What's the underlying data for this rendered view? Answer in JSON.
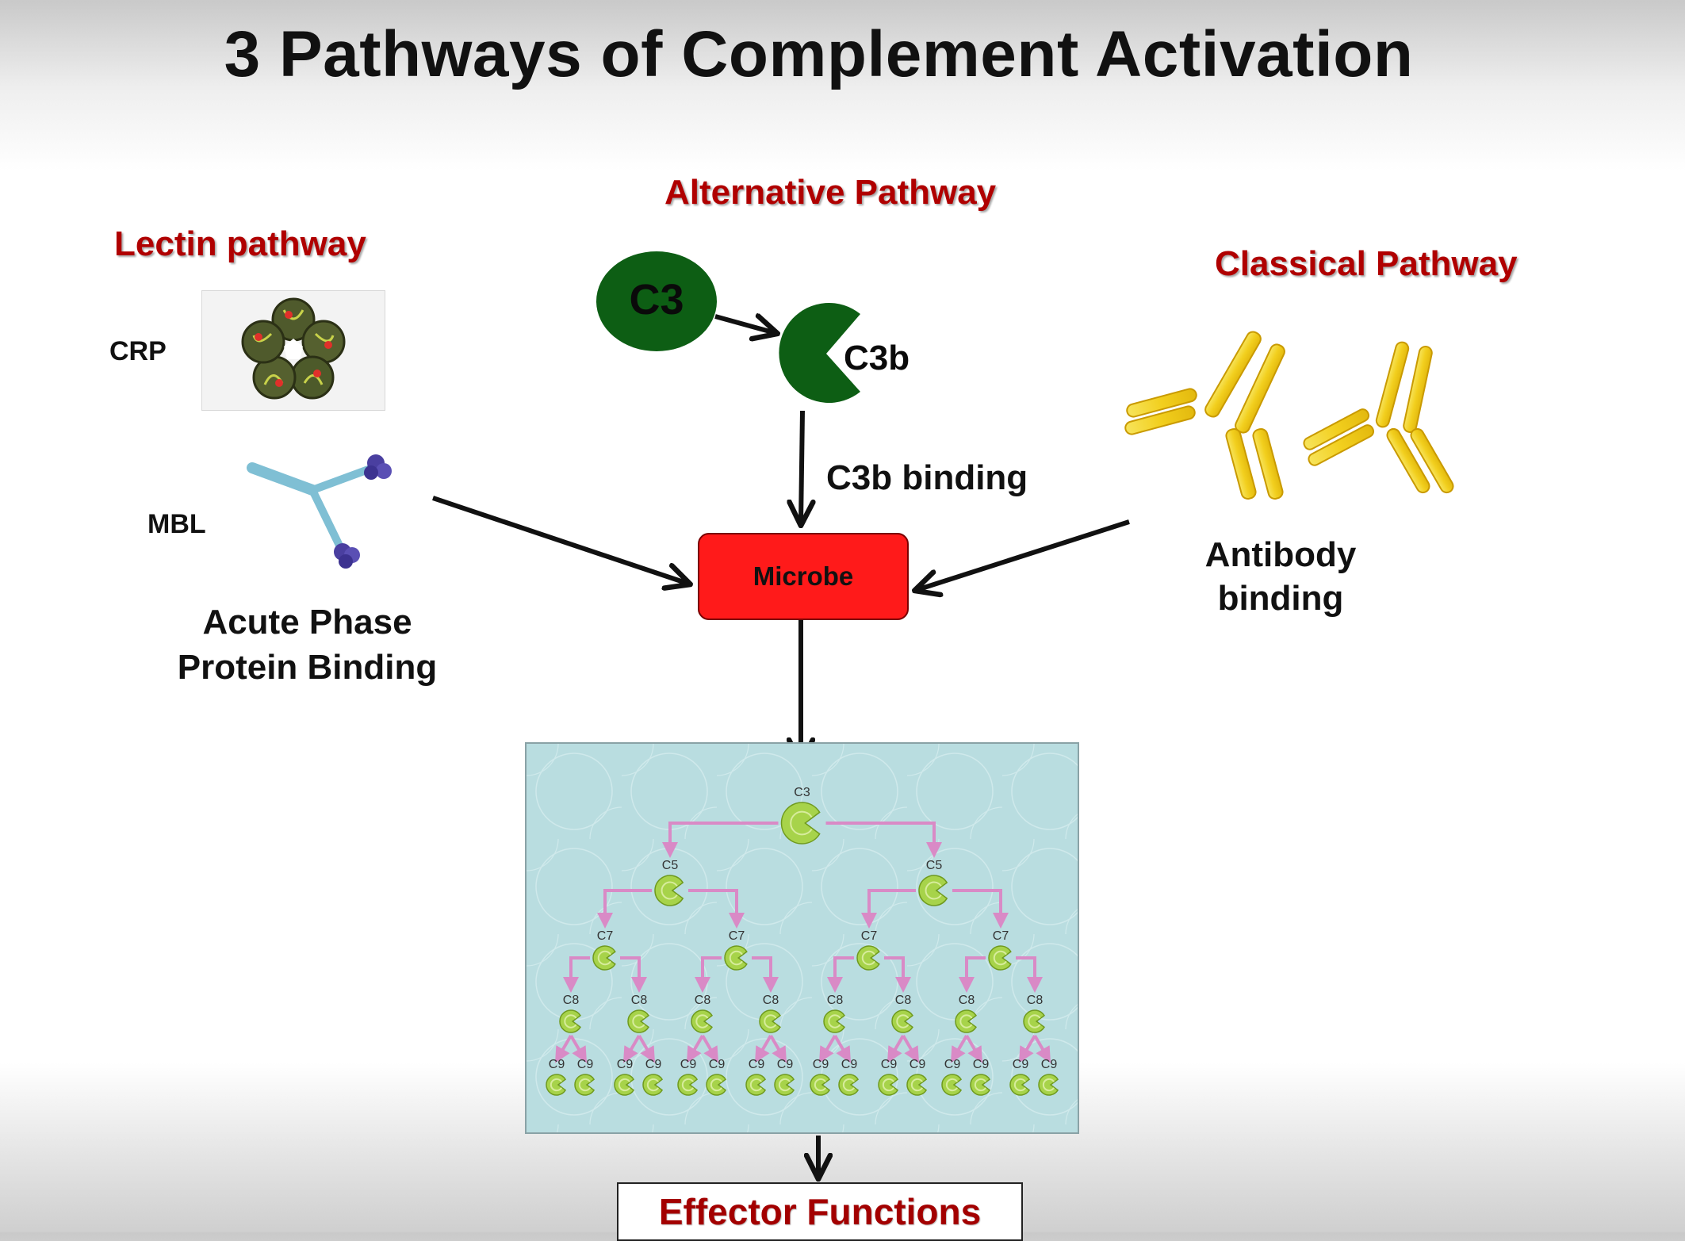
{
  "title": "3 Pathways of Complement Activation",
  "pathways": {
    "alternative": {
      "label": "Alternative Pathway",
      "c3": "C3",
      "c3b": "C3b",
      "binding": "C3b binding"
    },
    "lectin": {
      "label": "Lectin pathway",
      "crp": "CRP",
      "mbl": "MBL",
      "binding_line1": "Acute Phase",
      "binding_line2": "Protein Binding"
    },
    "classical": {
      "label": "Classical Pathway",
      "binding_line1": "Antibody",
      "binding_line2": "binding"
    }
  },
  "target": "Microbe",
  "cascade": {
    "level1": "C3",
    "level2": "C5",
    "level3": "C7",
    "level4": "C8",
    "level5": "C9"
  },
  "outcome": "Effector Functions",
  "colors": {
    "pathway_label": "#b00000",
    "c3_green": "#0d5e14",
    "microbe_red": "#ff1a1a",
    "cascade_bg": "#b9dde0",
    "cascade_arrow": "#d98ac6",
    "cascade_unit": "#a7d34a",
    "antibody": "#f2d631",
    "mbl_arm": "#8fc9dc",
    "mbl_head": "#4a3fa0"
  }
}
